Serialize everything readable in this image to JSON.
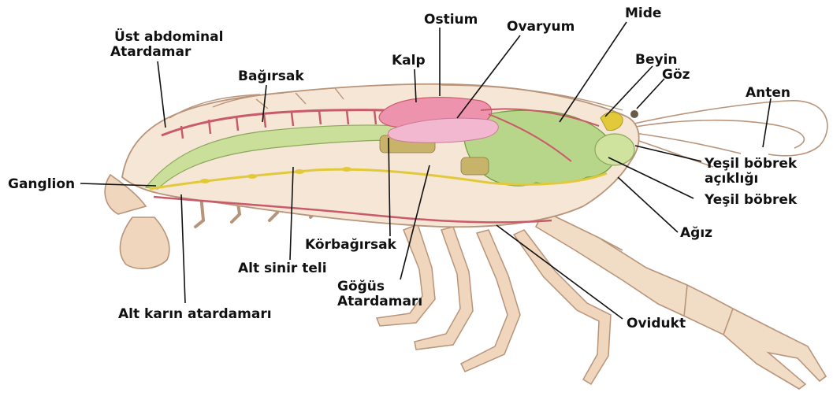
{
  "diagram": {
    "labels": {
      "ust_abdominal_1": "Üst abdominal",
      "ust_abdominal_2": "Atardamar",
      "bagirsak": "Bağırsak",
      "kalp": "Kalp",
      "ostium": "Ostium",
      "ovaryum": "Ovaryum",
      "mide": "Mide",
      "beyin": "Beyin",
      "goz": "Göz",
      "anten": "Anten",
      "ganglion": "Ganglion",
      "yesil_bobrek_acikligi_1": "Yeşil böbrek",
      "yesil_bobrek_acikligi_2": "açıklığı",
      "yesil_bobrek": "Yeşil böbrek",
      "agiz": "Ağız",
      "korbagirsak": "Körbağırsak",
      "alt_sinir_teli": "Alt sinir teli",
      "gogus_1": "Göğüs",
      "gogus_2": "Atardamarı",
      "alt_karin": "Alt karın atardamarı",
      "ovidukt": "Ovidukt"
    },
    "colors": {
      "shell": "#f1dcc6",
      "shell_stroke": "#b8947a",
      "intestine": "#c9df9a",
      "artery": "#c95a6a",
      "nerve": "#e2c93a",
      "heart": "#ee93ae",
      "ovary": "#f2b8cf",
      "stomach": "#b7d68a",
      "leader": "#111111"
    }
  }
}
